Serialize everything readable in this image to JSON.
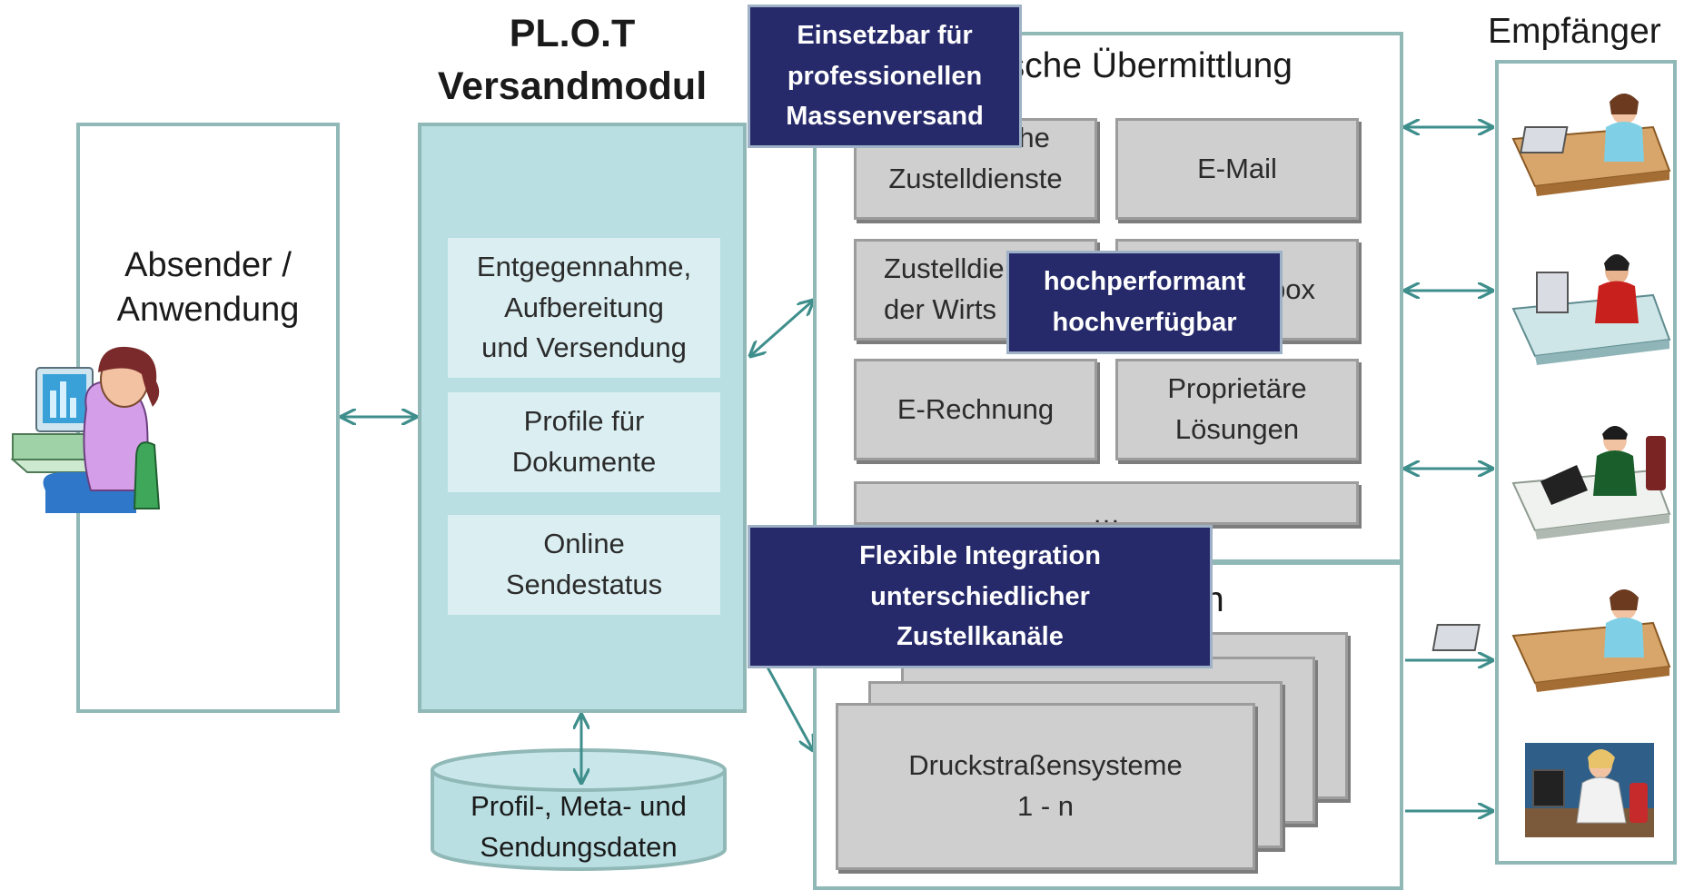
{
  "title": {
    "line1": "PL.O.T",
    "line2": "Versandmodul"
  },
  "sender": {
    "line1": "Absender /",
    "line2": "Anwendung"
  },
  "module": {
    "boxes": [
      {
        "line1": "Entgegennahme,",
        "line2": "Aufbereitung",
        "line3": "und Versendung"
      },
      {
        "line1": "Profile für",
        "line2": "Dokumente"
      },
      {
        "line1": "Online",
        "line2": "Sendestatus"
      }
    ]
  },
  "database": {
    "line1": "Profil-, Meta- und",
    "line2": "Sendungsdaten"
  },
  "electronic": {
    "heading": "ische Übermittlung",
    "channels": {
      "behoerdliche": {
        "line1": "Behördliche",
        "line2": "Zustelldienste"
      },
      "email": "E-Mail",
      "wirtschaft": {
        "line1": "Zustelldie",
        "line2": "der Wirts"
      },
      "box": "box",
      "erechnung": "E-Rechnung",
      "proprietaer": {
        "line1": "Proprietäre",
        "line2": "Lösungen"
      },
      "more": "…"
    }
  },
  "print": {
    "heading_fragment": "n",
    "box": {
      "line1": "Druckstraßensysteme",
      "line2": "1 - n"
    }
  },
  "recipients": {
    "heading": "Empfänger"
  },
  "callouts": {
    "massenversand": {
      "line1": "Einsetzbar für",
      "line2": "professionellen",
      "line3": "Massenversand"
    },
    "performance": {
      "line1": "hochperformant",
      "line2": "hochverfügbar"
    },
    "integration": {
      "line1": "Flexible Integration",
      "line2": "unterschiedlicher",
      "line3": "Zustellkanäle"
    }
  },
  "colors": {
    "frame": "#8fb8b6",
    "module_fill": "#b9dfe2",
    "sub_fill": "#dbeff2",
    "channel_fill": "#cfcfcf",
    "callout_fill": "#262a6a",
    "arrow": "#3e8e8c"
  }
}
